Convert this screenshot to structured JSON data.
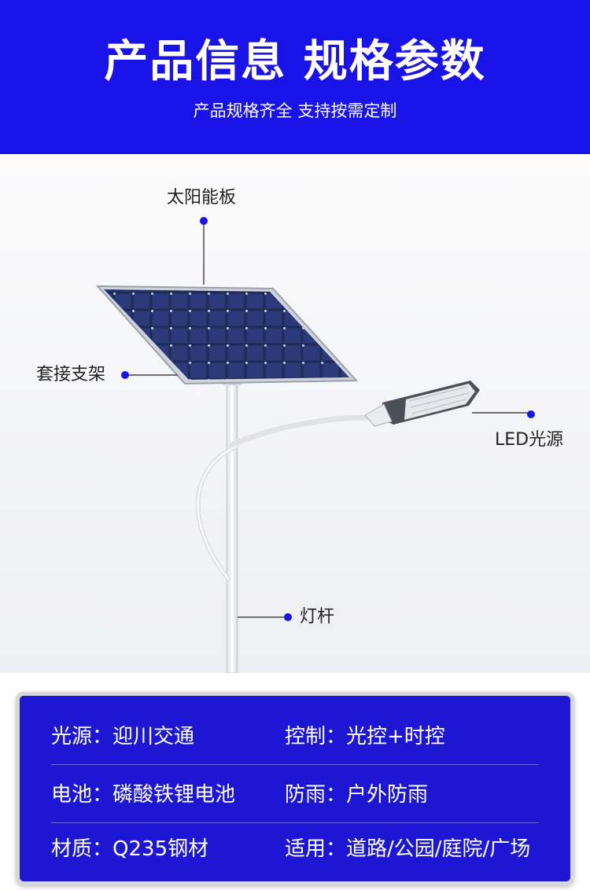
{
  "header": {
    "title": "产品信息 规格参数",
    "subtitle": "产品规格齐全 支持按需定制",
    "bg_color": "#1a13e8"
  },
  "diagram": {
    "labels": {
      "solar_panel": "太阳能板",
      "bracket": "套接支架",
      "led": "LED光源",
      "pole": "灯杆"
    },
    "dot_color": "#1a13e8"
  },
  "specs": {
    "rows": [
      [
        {
          "key": "光源：",
          "value": "迎川交通"
        },
        {
          "key": "控制：",
          "value": "光控+时控"
        }
      ],
      [
        {
          "key": "电池：",
          "value": "磷酸铁锂电池"
        },
        {
          "key": "防雨：",
          "value": "户外防雨"
        }
      ],
      [
        {
          "key": "材质：",
          "value": "Q235钢材"
        },
        {
          "key": "适用：",
          "value": "道路/公园/庭院/广场"
        }
      ]
    ]
  }
}
